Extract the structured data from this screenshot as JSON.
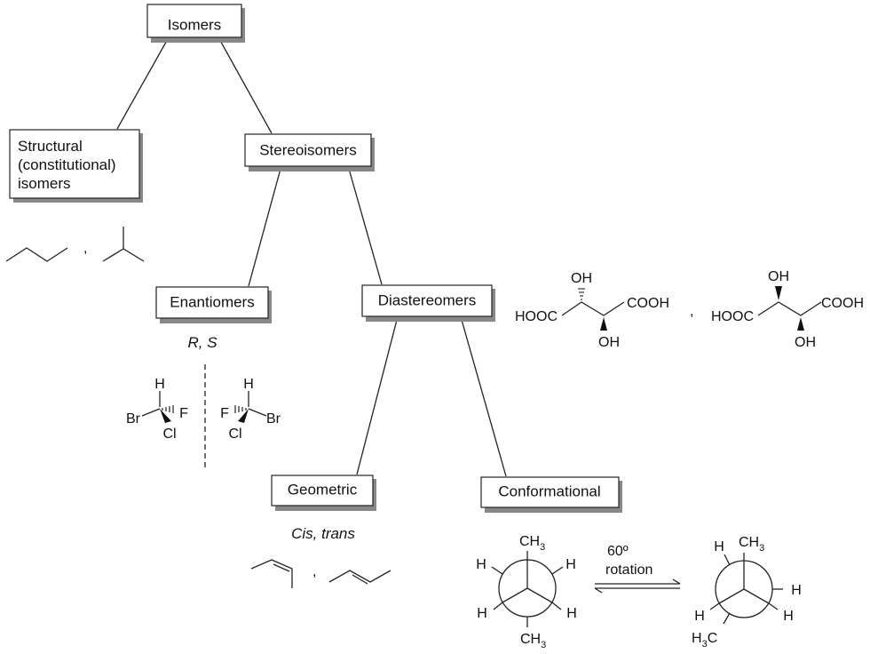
{
  "nodes": {
    "isomers": "Isomers",
    "structural": [
      "Structural",
      "(constitutional)",
      "isomers"
    ],
    "stereoisomers": "Stereoisomers",
    "enantiomers": "Enantiomers",
    "diastereomers": "Diastereomers",
    "geometric": "Geometric",
    "conformational": "Conformational"
  },
  "captions": {
    "enantiomer_config": "R, S",
    "geometric_config": "Cis, trans",
    "rotation_angle": "60º",
    "rotation_word": "rotation"
  },
  "separators": {
    "comma": ","
  },
  "atoms": {
    "H": "H",
    "Br": "Br",
    "F": "F",
    "Cl": "Cl",
    "C": "C",
    "CH": "CH",
    "three": "3",
    "OH": "OH",
    "COOH": "COOH",
    "HOOC": "HOOC"
  }
}
